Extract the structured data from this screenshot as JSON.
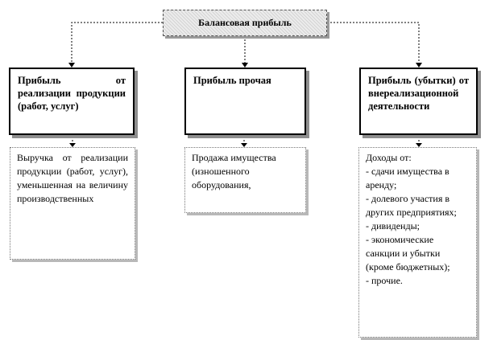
{
  "root": {
    "label": "Балансовая прибыль"
  },
  "columns": [
    {
      "header": "Прибыль от реализации продукции (работ, услуг)",
      "detail": "Выручка от реализации продукции (работ, услуг), уменьшенная на величину производственных"
    },
    {
      "header": "Прибыль прочая",
      "detail": "Продажа имущества (изношенного оборудования,"
    },
    {
      "header": "Прибыль (убытки) от внереализационной деятельности",
      "detail_lines": [
        "Доходы от:",
        "- сдачи имущества в аренду;",
        "- долевого участия в других предприятиях;",
        "- дивиденды;",
        "- экономические санкции и убытки (кроме бюджетных);",
        "- прочие."
      ]
    }
  ]
}
